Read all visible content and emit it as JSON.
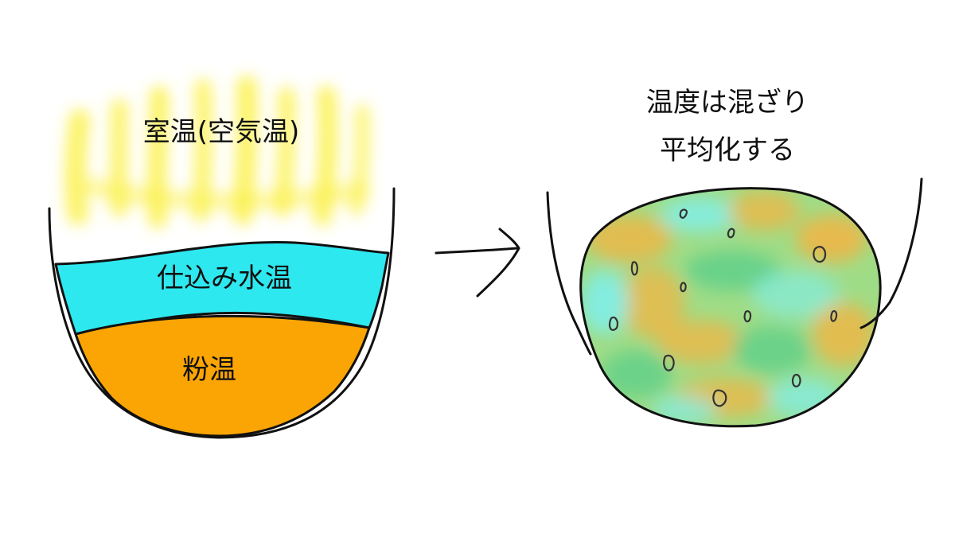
{
  "left_diagram": {
    "room_label": "室温(空気温)",
    "water_label": "仕込み水温",
    "flour_label": "粉温"
  },
  "right_diagram": {
    "caption_line1": "温度は混ざり",
    "caption_line2": "平均化する"
  },
  "colors": {
    "air": "#fbf14a",
    "water": "#2ee8f0",
    "flour": "#fba504",
    "mix_green": "#7fd77a",
    "mix_orange": "#f7b23f",
    "mix_cyan": "#7ff0ee",
    "outline": "#111111"
  }
}
